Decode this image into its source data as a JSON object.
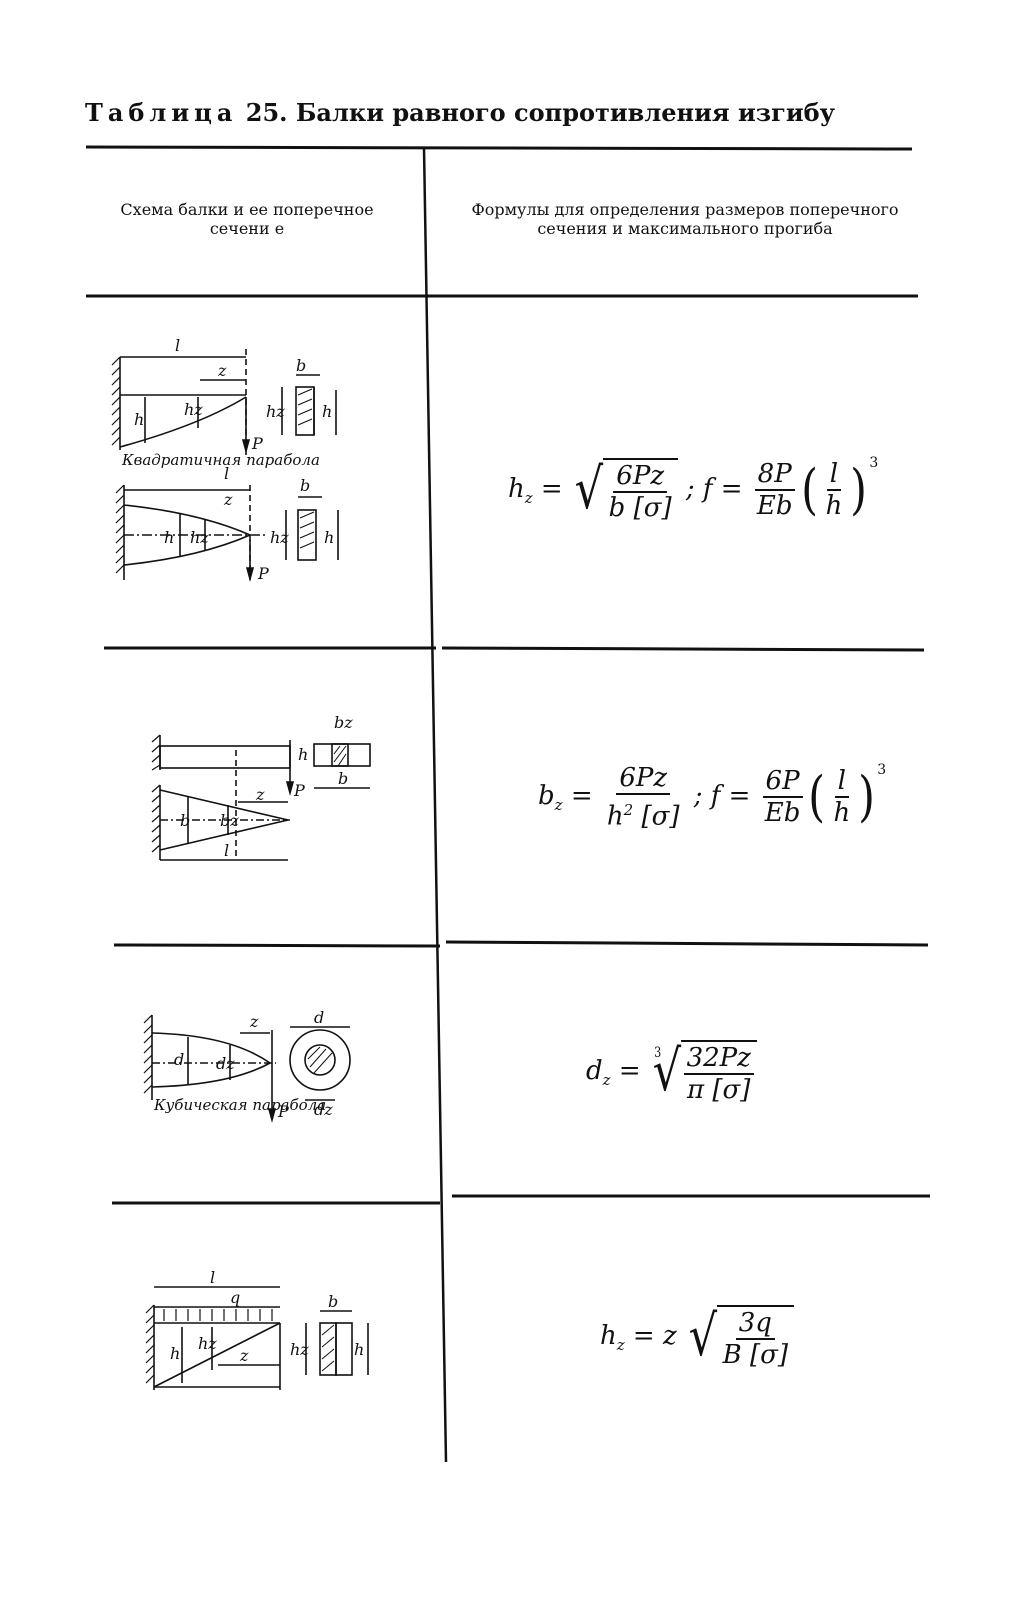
{
  "title": {
    "label": "Таблица",
    "number": "25.",
    "text": "Балки равного сопротивления изгибу"
  },
  "headers": {
    "left": "Схема балки и ее поперечное сечени е",
    "right": "Формулы для определения размеров поперечного сечения и максимального прогиба"
  },
  "rows": [
    {
      "figure_labels": {
        "l": "l",
        "z": "z",
        "h": "h",
        "hz": "hz",
        "b": "b",
        "P": "P",
        "parabola": "Квадратичная парабола"
      },
      "formula": {
        "lhs": "h",
        "lhs_sub": "z",
        "root_num": "6Pz",
        "root_den": "b [σ]",
        "sep": ";",
        "f": "f",
        "frac_num": "8P",
        "frac_den": "Eb",
        "paren_num": "l",
        "paren_den": "h",
        "power": "3"
      }
    },
    {
      "figure_labels": {
        "bz": "bz",
        "b": "b",
        "h": "h",
        "z": "z",
        "l": "l",
        "P": "P"
      },
      "formula": {
        "lhs": "b",
        "lhs_sub": "z",
        "frac_num": "6Pz",
        "frac_den_a": "h",
        "frac_den_exp": "2",
        "frac_den_b": "[σ]",
        "sep": ";",
        "f": "f",
        "frac2_num": "6P",
        "frac2_den": "Eb",
        "paren_num": "l",
        "paren_den": "h",
        "power": "3"
      }
    },
    {
      "figure_labels": {
        "d": "d",
        "dz": "dz",
        "z": "z",
        "P": "P",
        "parabola": "Кубическая парабола"
      },
      "formula": {
        "lhs": "d",
        "lhs_sub": "z",
        "root_index": "3",
        "root_num": "32Pz",
        "root_den": "π [σ]"
      }
    },
    {
      "figure_labels": {
        "l": "l",
        "q": "q",
        "h": "h",
        "hz": "hz",
        "z": "z",
        "b": "b"
      },
      "formula": {
        "lhs": "h",
        "lhs_sub": "z",
        "mult": "z",
        "root_num": "3q",
        "root_den": "B [σ]"
      }
    }
  ]
}
